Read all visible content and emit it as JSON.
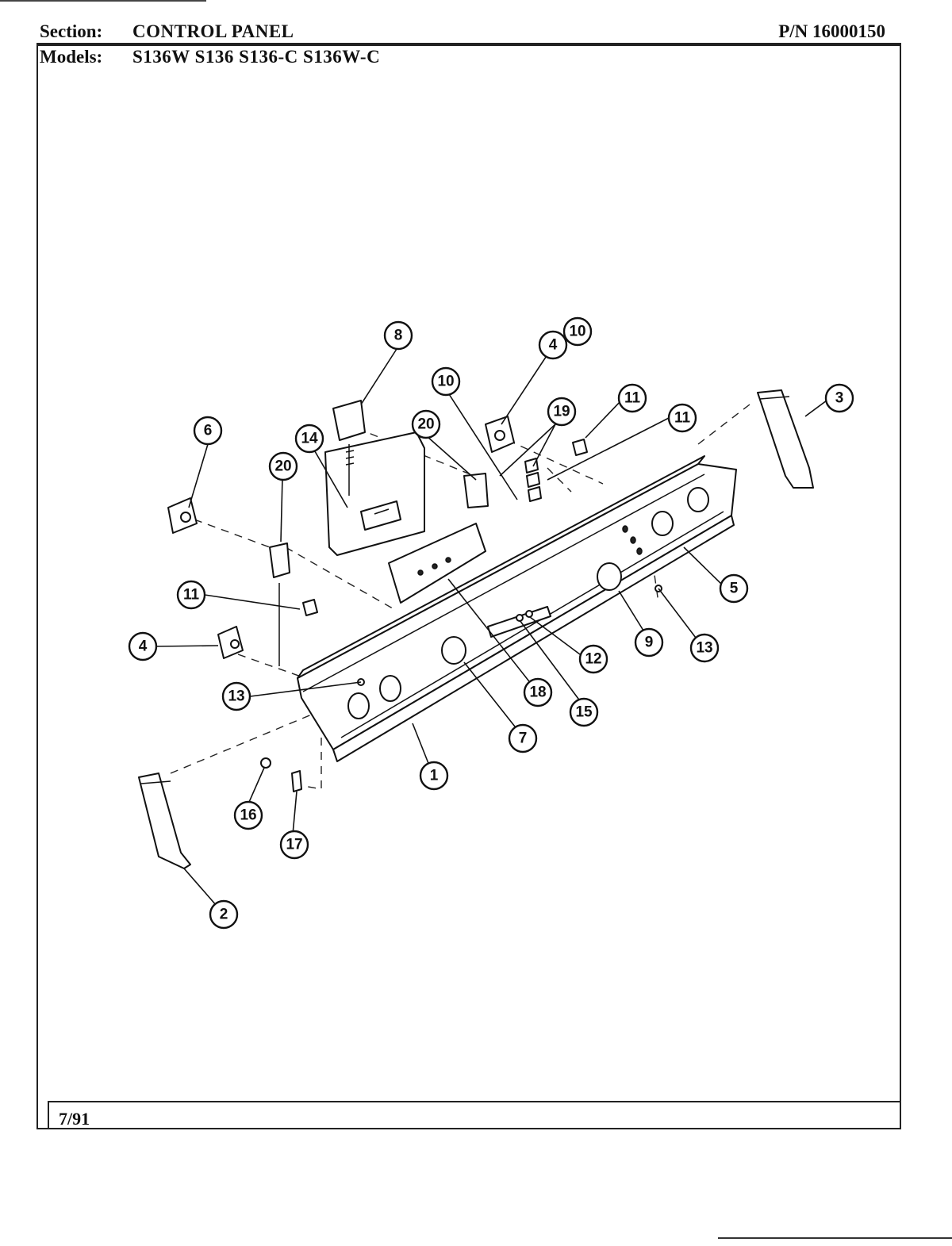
{
  "header": {
    "section_label": "Section:",
    "section_value": "CONTROL PANEL",
    "part_number": "P/N 16000150",
    "models_label": "Models:",
    "models_value": "S136W  S136  S136-C  S136W-C"
  },
  "footer": {
    "date": "7/91"
  },
  "callouts": [
    "1",
    "2",
    "3",
    "4",
    "4",
    "5",
    "6",
    "7",
    "8",
    "9",
    "10",
    "10",
    "11",
    "11",
    "11",
    "12",
    "13",
    "13",
    "14",
    "15",
    "16",
    "17",
    "18",
    "19",
    "20",
    "20"
  ]
}
